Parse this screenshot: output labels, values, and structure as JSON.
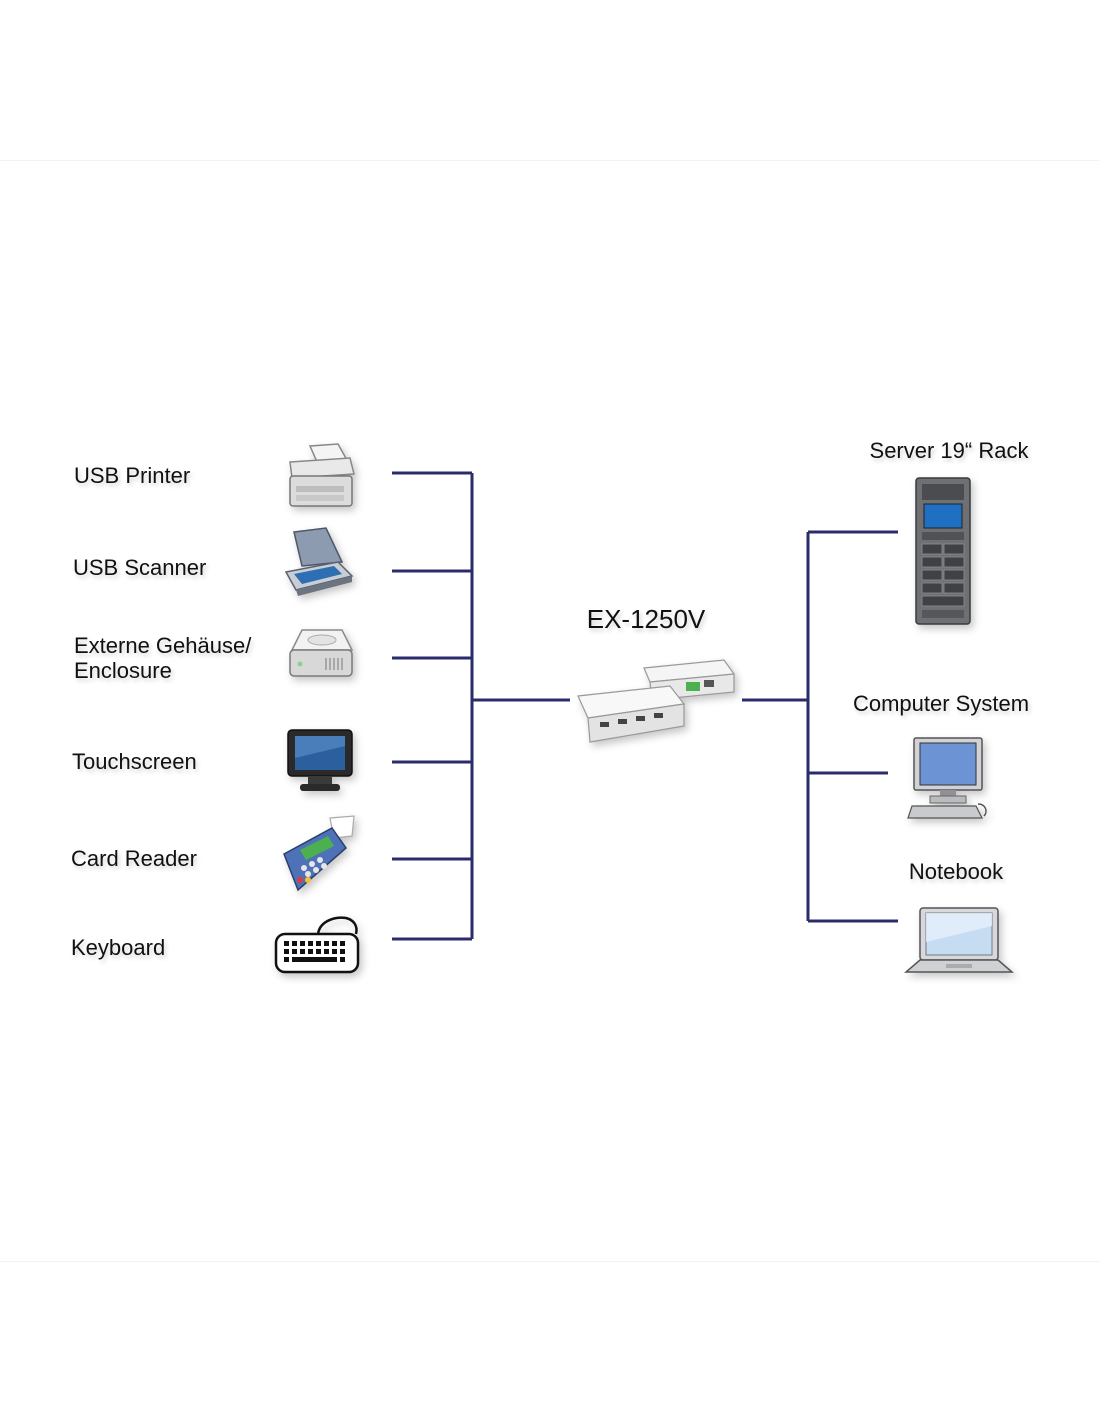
{
  "hub": {
    "label": "EX-1250V",
    "icon": "usb-hub-device-icon"
  },
  "left_devices": [
    {
      "id": "usb-printer",
      "label": [
        "USB Printer"
      ],
      "icon": "printer-icon"
    },
    {
      "id": "usb-scanner",
      "label": [
        "USB Scanner"
      ],
      "icon": "scanner-icon"
    },
    {
      "id": "enclosure",
      "label": [
        "Externe Gehäuse/",
        "Enclosure"
      ],
      "icon": "drive-enclosure-icon"
    },
    {
      "id": "touchscreen",
      "label": [
        "Touchscreen"
      ],
      "icon": "touchscreen-icon"
    },
    {
      "id": "card-reader",
      "label": [
        "Card Reader"
      ],
      "icon": "card-reader-icon"
    },
    {
      "id": "keyboard",
      "label": [
        "Keyboard"
      ],
      "icon": "keyboard-icon"
    }
  ],
  "right_devices": [
    {
      "id": "server-rack",
      "label": "Server 19“ Rack",
      "icon": "server-rack-icon"
    },
    {
      "id": "computer-system",
      "label": "Computer System",
      "icon": "desktop-computer-icon"
    },
    {
      "id": "notebook",
      "label": "Notebook",
      "icon": "notebook-icon"
    }
  ],
  "colors": {
    "wire": "#2b2d6b",
    "text": "#111111"
  }
}
